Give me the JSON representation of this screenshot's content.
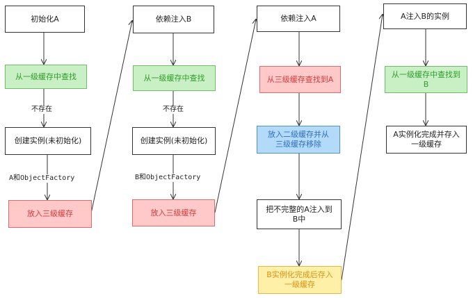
{
  "diagram": {
    "columns": [
      {
        "nodes": [
          {
            "text": "初始化A",
            "style": "plain"
          },
          {
            "text": "从一级缓存中查找",
            "style": "green"
          },
          {
            "text": "创建实例(未初始化)",
            "style": "plain"
          },
          {
            "text": "放入三级缓存",
            "style": "red"
          }
        ],
        "edge_labels": [
          "不存在",
          "A和ObjectFactory"
        ]
      },
      {
        "nodes": [
          {
            "text": "依赖注入B",
            "style": "plain"
          },
          {
            "text": "从一级缓存中查找",
            "style": "green"
          },
          {
            "text": "创建实例(未初始化)",
            "style": "plain"
          },
          {
            "text": "放入三级缓存",
            "style": "red"
          }
        ],
        "edge_labels": [
          "不存在",
          "B和ObjectFactory"
        ]
      },
      {
        "nodes": [
          {
            "text": "依赖注入A",
            "style": "plain"
          },
          {
            "text": "从三级缓存查找到A",
            "style": "red"
          },
          {
            "text": "放入二级缓存并从三级缓存移除",
            "style": "blue"
          },
          {
            "text": "把不完整的A注入到B中",
            "style": "plain"
          },
          {
            "text": "B实例化完成后存入一级缓存",
            "style": "yellow"
          }
        ],
        "edge_labels": []
      },
      {
        "nodes": [
          {
            "text": "A注入B的实例",
            "style": "plain"
          },
          {
            "text": "从一级缓存中查找到B",
            "style": "green"
          },
          {
            "text": "A实例化完成并存入一级缓存",
            "style": "plain"
          }
        ],
        "edge_labels": []
      }
    ]
  }
}
